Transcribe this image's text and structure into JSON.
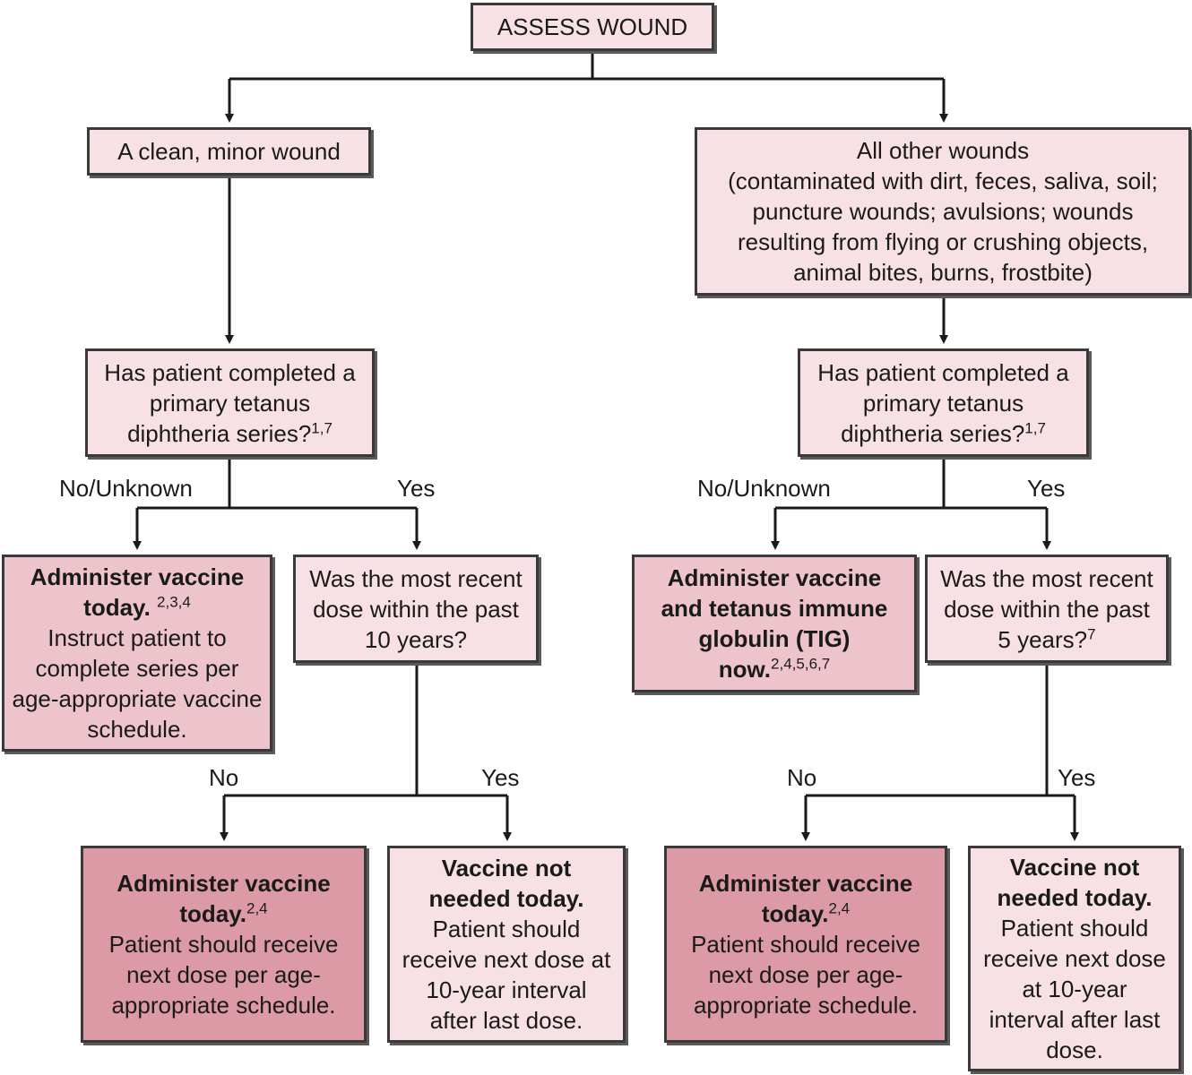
{
  "start": "ASSESS WOUND",
  "clean": {
    "title": "A clean, minor wound",
    "question": {
      "text": "Has patient completed a primary tetanus diphtheria series?",
      "ref": "1,7"
    },
    "no_label": "No/Unknown",
    "yes_label": "Yes",
    "no_action": {
      "bold": "Administer vaccine today.",
      "ref": "2,3,4",
      "detail": "Instruct patient to complete series per age-appropriate vaccine schedule."
    },
    "dose_question": {
      "text": "Was the most recent dose within the past 10 years?",
      "ref": ""
    },
    "dose_no_label": "No",
    "dose_yes_label": "Yes",
    "dose_no_action": {
      "bold": "Administer vaccine today.",
      "ref": "2,4",
      "detail": "Patient should receive next dose per age-appropriate schedule."
    },
    "dose_yes_action": {
      "bold": "Vaccine not needed today.",
      "detail": "Patient should receive next dose at 10-year interval after last dose."
    }
  },
  "other": {
    "title": "All other wounds",
    "description": "(contaminated with dirt, feces, saliva, soil; puncture wounds; avulsions; wounds resulting from flying or crushing objects, animal bites, burns, frostbite)",
    "question": {
      "text": "Has patient completed a primary tetanus diphtheria series?",
      "ref": "1,7"
    },
    "no_label": "No/Unknown",
    "yes_label": "Yes",
    "no_action": {
      "bold": "Administer vaccine and tetanus immune globulin (TIG) now.",
      "ref": "2,4,5,6,7"
    },
    "dose_question": {
      "text": "Was the most recent dose within the past 5 years?",
      "ref": "7"
    },
    "dose_no_label": "No",
    "dose_yes_label": "Yes",
    "dose_no_action": {
      "bold": "Administer vaccine today.",
      "ref": "2,4",
      "detail": "Patient should receive next dose per age-appropriate schedule."
    },
    "dose_yes_action": {
      "bold": "Vaccine not needed today.",
      "detail": "Patient should receive next dose at 10-year interval after last dose."
    }
  },
  "colors": {
    "light_fill": "#f7e1e4",
    "medium_fill": "#edc4cb",
    "dark_fill": "#dc9aa6",
    "line": "#1a1a1a"
  }
}
